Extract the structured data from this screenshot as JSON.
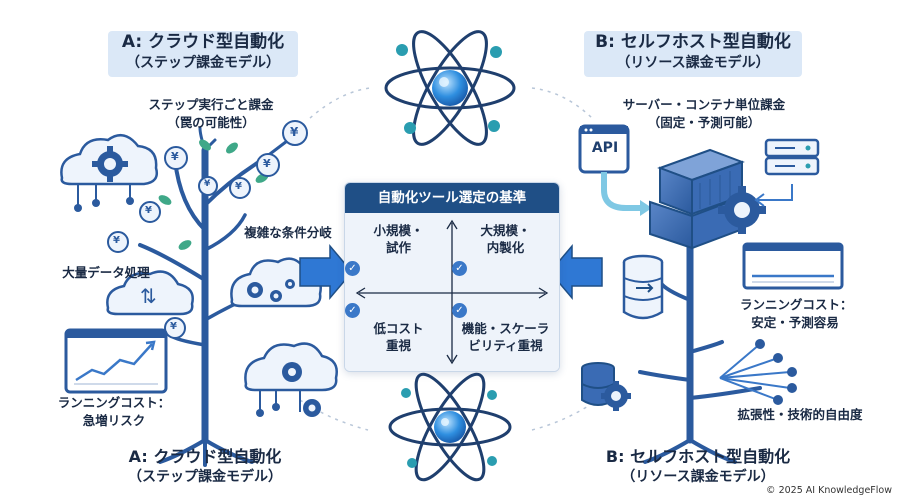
{
  "left_header": {
    "line1": "A: クラウド型自動化",
    "line2": "（ステップ課金モデル）"
  },
  "right_header": {
    "line1": "B: セルフホスト型自動化",
    "line2": "（リソース課金モデル）"
  },
  "left_labels": {
    "step_billing_line1": "ステップ実行ごと課金",
    "step_billing_line2": "（罠の可能性）",
    "complex_branching": "複雑な条件分岐",
    "bulk_data": "大量データ処理",
    "running_cost_line1": "ランニングコスト：",
    "running_cost_line2": "急増リスク"
  },
  "right_labels": {
    "server_billing_line1": "サーバー・コンテナ単位課金",
    "server_billing_line2": "（固定・予測可能）",
    "api": "API",
    "running_cost_line1": "ランニングコスト：",
    "running_cost_line2": "安定・予測容易",
    "extensibility": "拡張性・技術的自由度"
  },
  "center_panel": {
    "title": "自動化ツール選定の基準",
    "top_left_line1": "小規模・",
    "top_left_line2": "試作",
    "top_right_line1": "大規模・",
    "top_right_line2": "内製化",
    "bottom_left_line1": "低コスト",
    "bottom_left_line2": "重視",
    "bottom_right_line1": "機能・スケーラ",
    "bottom_right_line2": "ビリティ重視",
    "check_symbol": "✓"
  },
  "left_footer": {
    "line1": "A: クラウド型自動化",
    "line2": "（ステップ課金モデル）"
  },
  "right_footer": {
    "line1": "B: セルフホスト型自動化",
    "line2": "（リソース課金モデル）"
  },
  "coin_symbol": "¥",
  "arrows_symbol": "⇅",
  "copyright": "© 2025 AI KnowledgeFlow",
  "colors": {
    "primary": "#1f4f86",
    "accent": "#3a78c8",
    "light": "#dbe8f7",
    "teal": "#2a9db0"
  }
}
